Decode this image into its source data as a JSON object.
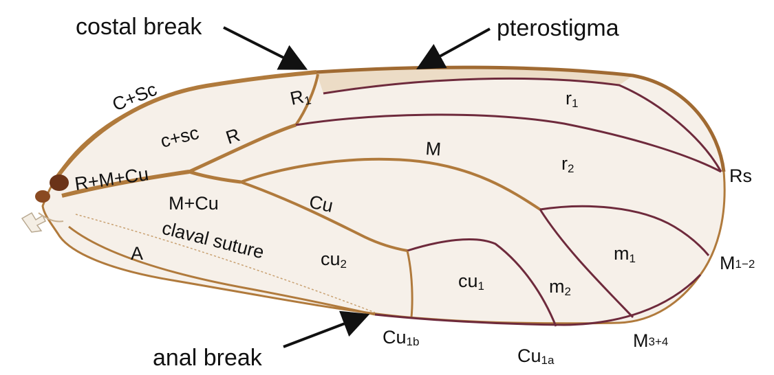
{
  "colors": {
    "membrane": "#f6f0e9",
    "vein": "#b07a3c",
    "vein_dark": "#6e2a3c",
    "base": "#6b3318",
    "text": "#111111",
    "arrow": "#111111"
  },
  "callouts": {
    "costal_break": "costal break",
    "pterostigma": "pterostigma",
    "anal_break": "anal break"
  },
  "vein_labels": {
    "c_sc": "C+Sc",
    "r_m_cu": "R+M+Cu",
    "r": "R",
    "r1_main": "R",
    "r1_sub": "1",
    "m_cu": "M+Cu",
    "m": "M",
    "cu": "Cu",
    "a": "A",
    "rs": "Rs",
    "m12_main": "M",
    "m12_sub": "1−2",
    "m34_main": "M",
    "m34_sub": "3+4",
    "cu1a_main": "Cu",
    "cu1a_sub": "1a",
    "cu1b_main": "Cu",
    "cu1b_sub": "1b",
    "claval_suture": "claval suture"
  },
  "cell_labels": {
    "csc": "c+sc",
    "r1_main": "r",
    "r1_sub": "1",
    "r2_main": "r",
    "r2_sub": "2",
    "m1_main": "m",
    "m1_sub": "1",
    "m2_main": "m",
    "m2_sub": "2",
    "cu1_main": "cu",
    "cu1_sub": "1",
    "cu2_main": "cu",
    "cu2_sub": "2"
  }
}
